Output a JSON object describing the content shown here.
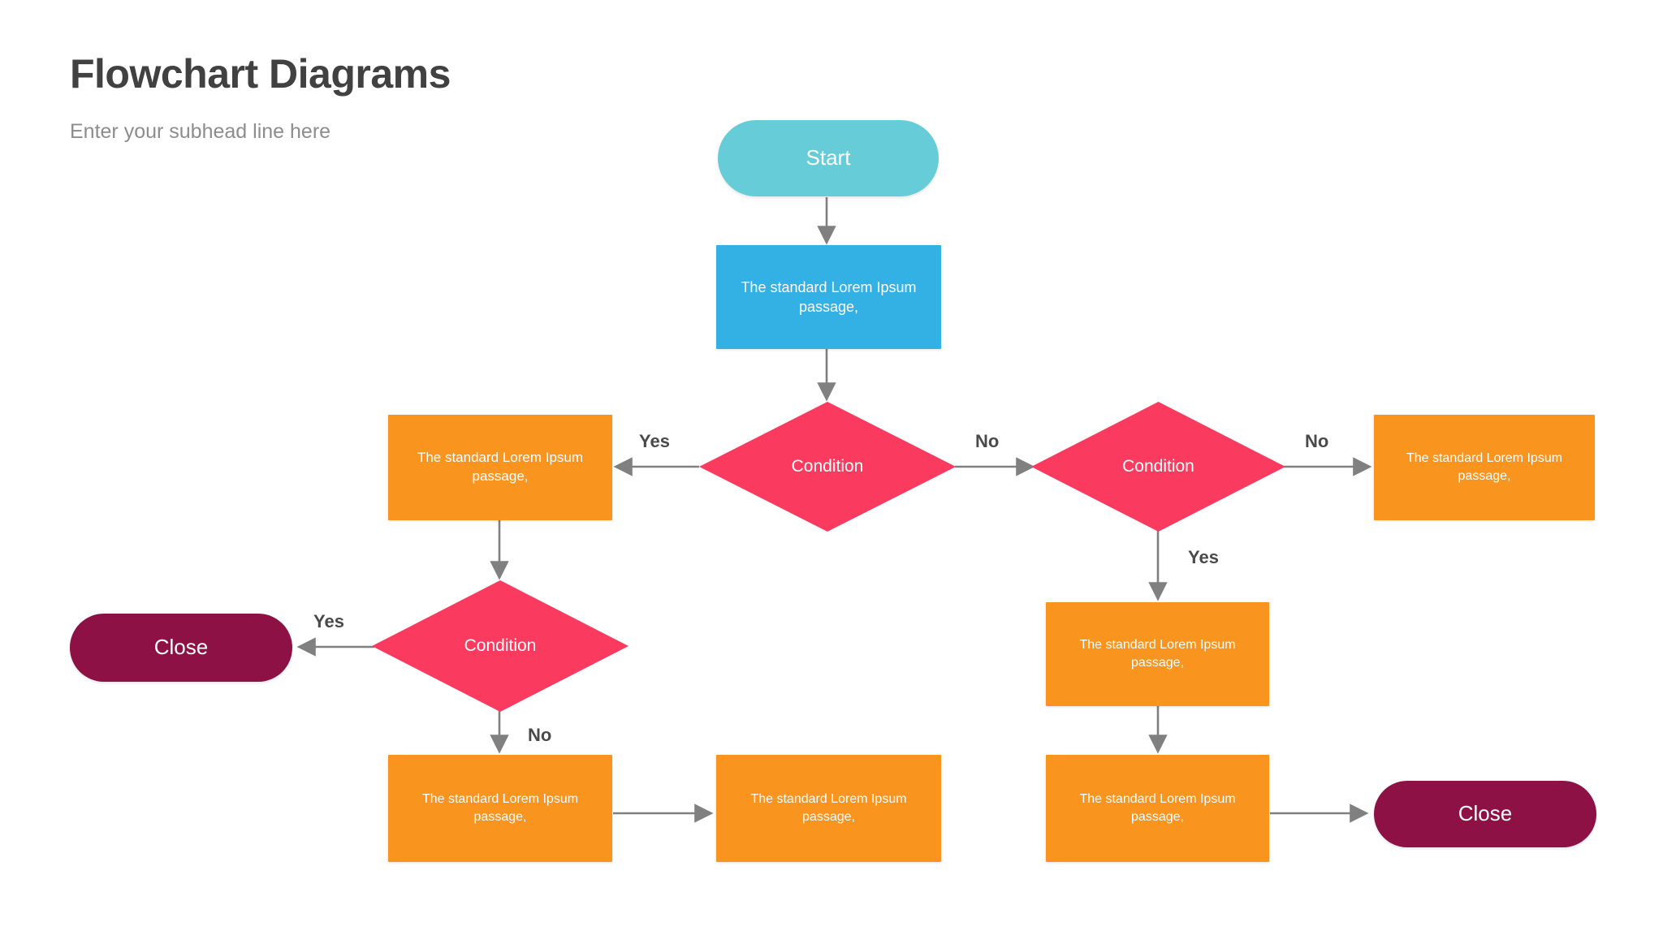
{
  "header": {
    "title": "Flowchart Diagrams",
    "subhead": "Enter your subhead line here"
  },
  "palette": {
    "background": "#ffffff",
    "title_color": "#414141",
    "subhead_color": "#8d8d8d",
    "start_teal": "#66cdd8",
    "process_blue": "#33b0e4",
    "process_orange": "#f9941f",
    "decision_pink": "#fa3b5f",
    "close_maroon": "#8e1145",
    "connector_gray": "#808080",
    "edge_label_color": "#4a4a4a"
  },
  "nodes": {
    "start": {
      "label": "Start",
      "shape": "terminator"
    },
    "process_top": {
      "label": "The standard Lorem Ipsum passage,",
      "shape": "process"
    },
    "condition_center": {
      "label": "Condition",
      "shape": "decision"
    },
    "process_left": {
      "label": "The standard Lorem Ipsum passage,",
      "shape": "process"
    },
    "condition_right": {
      "label": "Condition",
      "shape": "decision"
    },
    "process_far_right": {
      "label": "The standard Lorem Ipsum passage,",
      "shape": "process"
    },
    "condition_lower_left": {
      "label": "Condition",
      "shape": "decision"
    },
    "close_left": {
      "label": "Close",
      "shape": "terminator"
    },
    "process_bottom_left": {
      "label": "The standard Lorem Ipsum passage,",
      "shape": "process"
    },
    "process_bottom_center": {
      "label": "The standard Lorem Ipsum passage,",
      "shape": "process"
    },
    "process_right_mid": {
      "label": "The standard Lorem Ipsum passage,",
      "shape": "process"
    },
    "process_right_bottom": {
      "label": "The standard Lorem Ipsum passage,",
      "shape": "process"
    },
    "close_right": {
      "label": "Close",
      "shape": "terminator"
    }
  },
  "edge_labels": {
    "center_yes": "Yes",
    "center_no": "No",
    "right_no": "No",
    "right_yes": "Yes",
    "lower_left_yes": "Yes",
    "lower_left_no": "No"
  }
}
